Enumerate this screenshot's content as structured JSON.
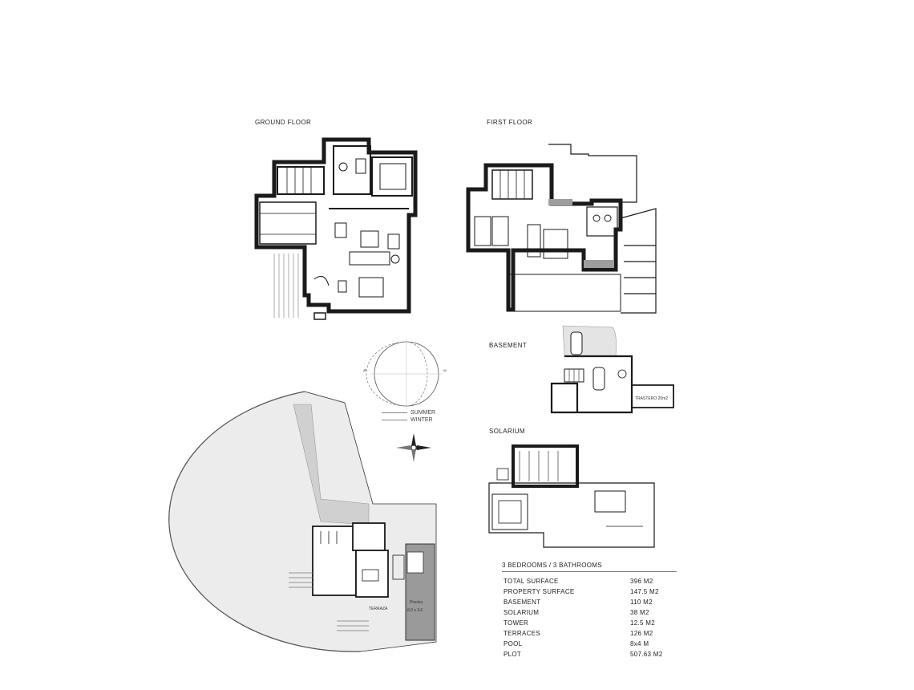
{
  "sections": {
    "ground_floor": "GROUND FLOOR",
    "first_floor": "FIRST FLOOR",
    "basement": "BASEMENT",
    "solarium": "SOLARIUM"
  },
  "basement_room_label": "TRASTERO 20m2",
  "site_labels": {
    "terrace": "TERRAZA",
    "pool": "Piscina",
    "pool_size": "8.0 x 3.6"
  },
  "sun_legend": {
    "summer": "SUMMER",
    "winter": "WINTER"
  },
  "specs": {
    "header": "3 BEDROOMS / 3 BATHROOMS",
    "rows": [
      {
        "label": "TOTAL SURFACE",
        "value": "396 M2"
      },
      {
        "label": "PROPERTY SURFACE",
        "value": "147.5 M2"
      },
      {
        "label": "BASEMENT",
        "value": "110 M2"
      },
      {
        "label": "SOLARIUM",
        "value": "38 M2"
      },
      {
        "label": "TOWER",
        "value": "12.5 M2"
      },
      {
        "label": "TERRACES",
        "value": "126 M2"
      },
      {
        "label": "POOL",
        "value": "8x4 M"
      },
      {
        "label": "PLOT",
        "value": "507.63 M2"
      }
    ]
  },
  "colors": {
    "wall": "#1a1a1a",
    "hatch": "#bdbdbd",
    "plot_fill": "#e9e9e9",
    "pool_fill": "#9a9a9a"
  }
}
